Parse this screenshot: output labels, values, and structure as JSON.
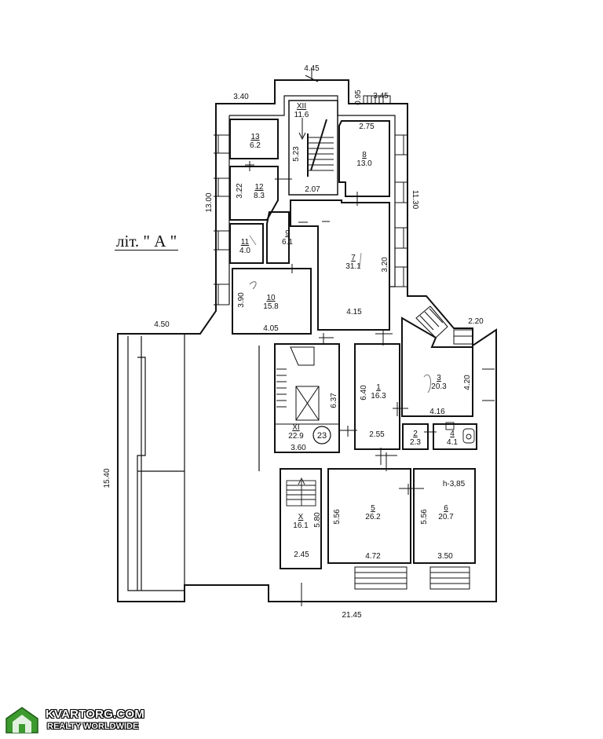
{
  "plan": {
    "caption": "літ. \" А \"",
    "height_note": "h-3,85",
    "stamp": "23"
  },
  "dimensions": {
    "top_left_width": "3.40",
    "top_center_width": "4.45",
    "top_right_small": "0.95",
    "top_right_width": "3.45",
    "left_height": "13.00",
    "right_height": "11.30",
    "left_wing_width": "4.50",
    "right_wing_width": "2.20",
    "total_height": "15.40",
    "total_width": "21.45",
    "stair_xii_height": "5.23",
    "stair_xii_width": "2.07",
    "room8_width": "2.75",
    "room12_height": "3.22",
    "room7_height": "3.20",
    "room7_width": "4.15",
    "room10_height": "3.90",
    "room10_width": "4.05",
    "room1_height": "6.40",
    "room1_width": "2.55",
    "room3_height": "4.20",
    "room3_width": "4.16",
    "stair_xi_height": "6.37",
    "stair_xi_width": "3.60",
    "room_x_height": "5.80",
    "room_x_width": "2.45",
    "room5_height": "5.56",
    "room5_width": "4.72",
    "room6_height": "5.56",
    "room6_width": "3.50"
  },
  "rooms": [
    {
      "id": "XII",
      "area": "11.6"
    },
    {
      "id": "13",
      "area": "6.2"
    },
    {
      "id": "8",
      "area": "13.0"
    },
    {
      "id": "12",
      "area": "8.3"
    },
    {
      "id": "11",
      "area": "4.0"
    },
    {
      "id": "9",
      "area": "6.1"
    },
    {
      "id": "7",
      "area": "31.1"
    },
    {
      "id": "10",
      "area": "15.8"
    },
    {
      "id": "1",
      "area": "16.3"
    },
    {
      "id": "3",
      "area": "20.3"
    },
    {
      "id": "XI",
      "area": "22.9"
    },
    {
      "id": "2",
      "area": "2.3"
    },
    {
      "id": "4",
      "area": "4.1"
    },
    {
      "id": "X",
      "area": "16.1"
    },
    {
      "id": "5",
      "area": "26.2"
    },
    {
      "id": "6",
      "area": "20.7"
    }
  ],
  "watermark": {
    "title": "KVARTORG.COM",
    "subtitle": "REALTY WORLDWIDE",
    "accent": "#3c9a2e"
  }
}
